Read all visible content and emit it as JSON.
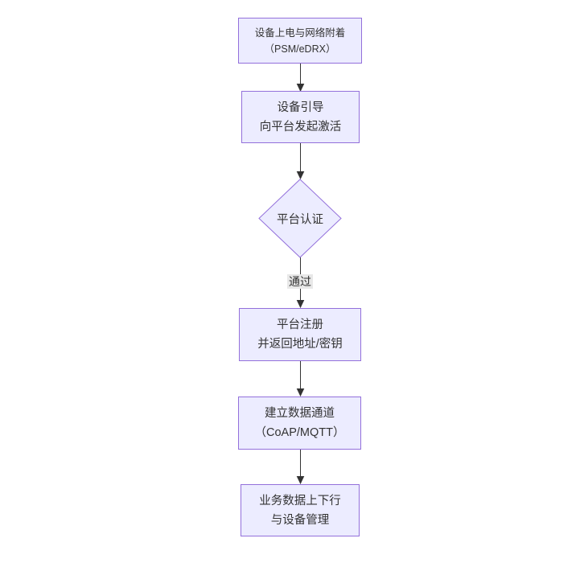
{
  "diagram": {
    "type": "flowchart",
    "direction": "top-down",
    "nodes": [
      {
        "id": "power-attach",
        "shape": "rect",
        "lines": [
          "设备上电与网络附着",
          "（PSM/eDRX）"
        ]
      },
      {
        "id": "bootstrap",
        "shape": "rect",
        "lines": [
          "设备引导",
          "向平台发起激活"
        ]
      },
      {
        "id": "platform-auth",
        "shape": "diamond",
        "lines": [
          "平台认证"
        ]
      },
      {
        "id": "platform-register",
        "shape": "rect",
        "lines": [
          "平台注册",
          "并返回地址/密钥"
        ]
      },
      {
        "id": "data-channel",
        "shape": "rect",
        "lines": [
          "建立数据通道",
          "（CoAP/MQTT）"
        ]
      },
      {
        "id": "business-data",
        "shape": "rect",
        "lines": [
          "业务数据上下行",
          "与设备管理"
        ]
      }
    ],
    "edges": [
      {
        "from": "power-attach",
        "to": "bootstrap",
        "label": ""
      },
      {
        "from": "bootstrap",
        "to": "platform-auth",
        "label": ""
      },
      {
        "from": "platform-auth",
        "to": "platform-register",
        "label": "通过"
      },
      {
        "from": "platform-register",
        "to": "data-channel",
        "label": ""
      },
      {
        "from": "data-channel",
        "to": "business-data",
        "label": ""
      }
    ],
    "colors": {
      "node_fill": "#ECECFF",
      "node_border": "#9370DB",
      "edge_line": "#333333",
      "edge_label_bg": "#e8e8e8",
      "text": "#333333",
      "canvas_bg": "#ffffff"
    }
  }
}
